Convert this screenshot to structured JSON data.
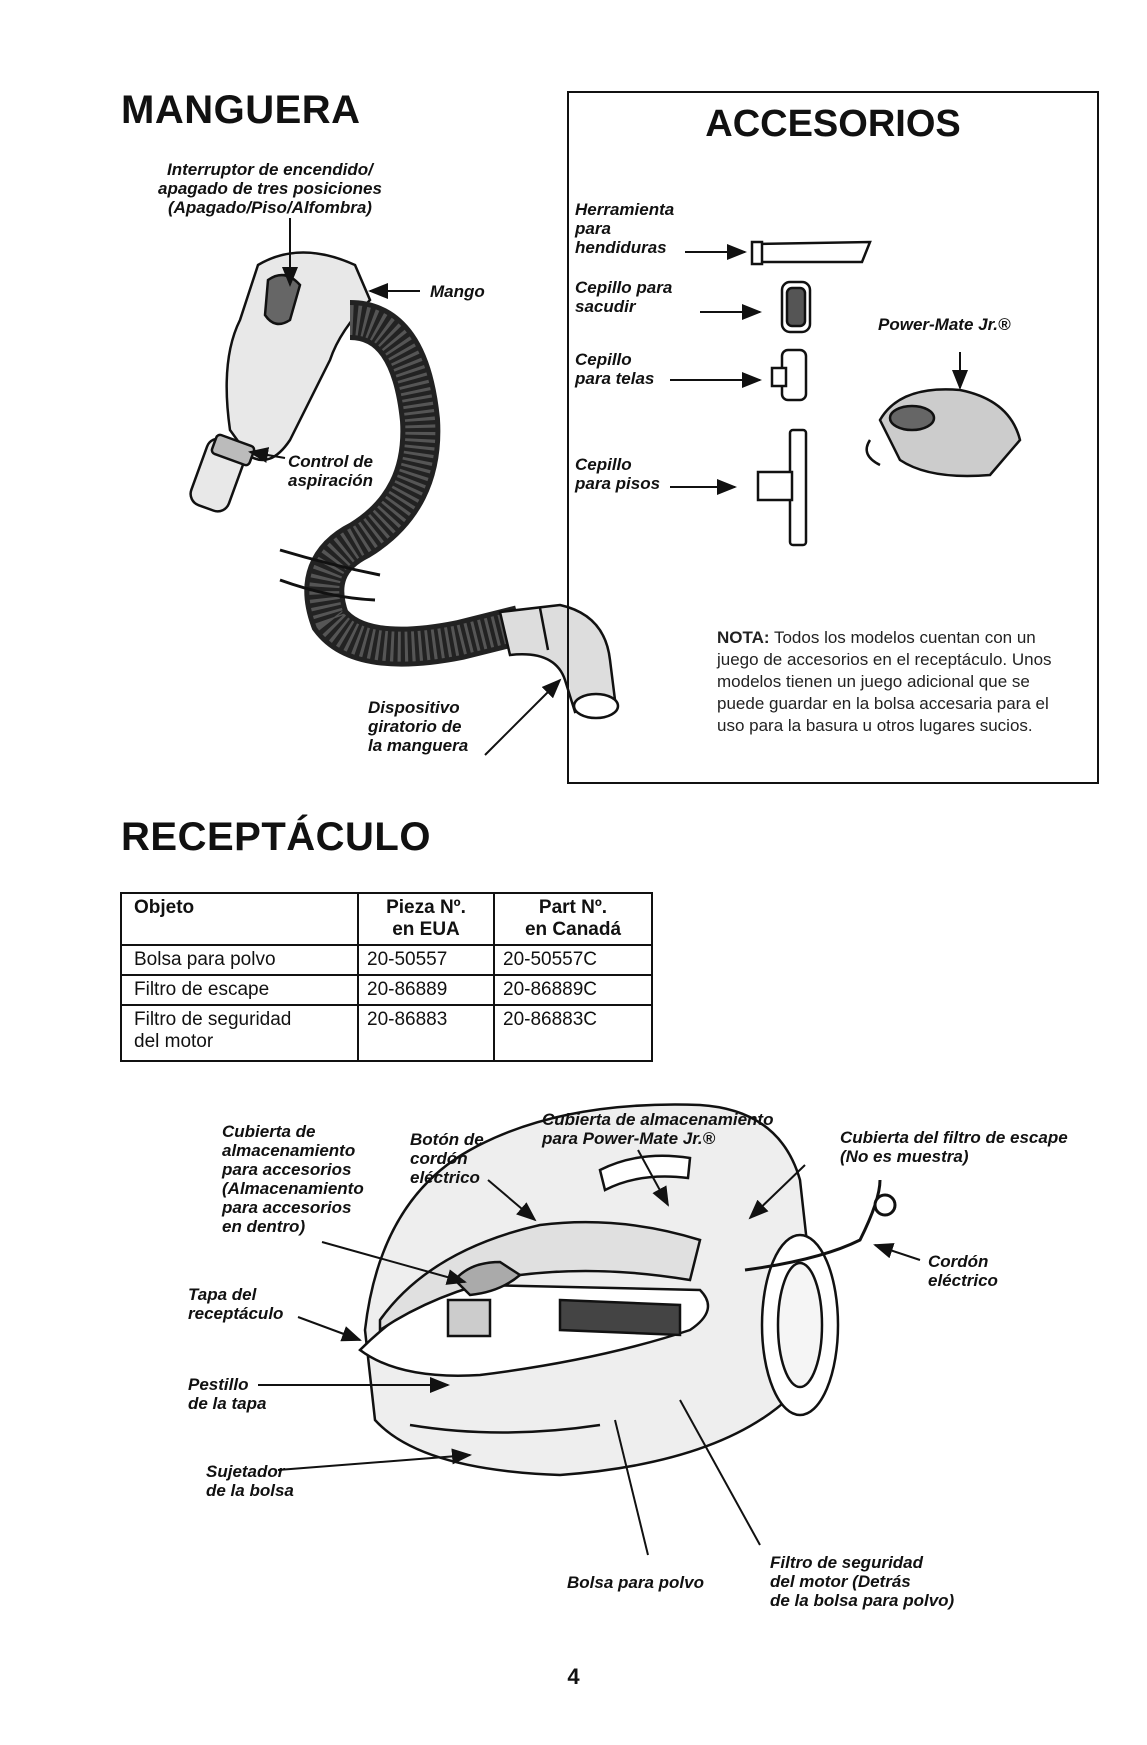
{
  "manguera": {
    "title": "MANGUERA",
    "switch_label": "Interruptor de encendido/\napagado de tres posiciones\n(Apagado/Piso/Alfombra)",
    "handle_label": "Mango",
    "suction_label": "Control de\naspiración",
    "swivel_label": "Dispositivo\ngiratorio de\nla manguera"
  },
  "accesorios": {
    "title": "ACCESORIOS",
    "crevice_label": "Herramienta\npara\nhendiduras",
    "dusting_label": "Cepillo para\nsacudir",
    "upholstery_label": "Cepillo\npara telas",
    "floor_label": "Cepillo\npara pisos",
    "powermate_label": "Power-Mate Jr.®",
    "nota_bold": "NOTA:",
    "nota_text": " Todos los modelos cuentan con un juego de accesorios en el receptáculo. Unos modelos tienen un juego adicional que se puede guardar en la bolsa accesaria para el uso para la basura u otros lugares sucios."
  },
  "receptaculo": {
    "title": "RECEPTÁCULO",
    "table": {
      "headers": [
        "Objeto",
        "Pieza Nº.\nen EUA",
        "Part Nº.\nen Canadá"
      ],
      "rows": [
        [
          "Bolsa para polvo",
          "20-50557",
          "20-50557C"
        ],
        [
          "Filtro de escape",
          "20-86889",
          "20-86889C"
        ],
        [
          "Filtro de seguridad\ndel motor",
          "20-86883",
          "20-86883C"
        ]
      ]
    },
    "labels": {
      "storage_cover": "Cubierta de\nalmacenamiento\npara accesorios\n(Almacenamiento\npara accesorios\nen dentro)",
      "cord_button": "Botón de\ncordón\neléctrico",
      "pm_storage": "Cubierta de almacenamiento\npara Power-Mate Jr.®",
      "exhaust_cover": "Cubierta del filtro de escape\n(No es muestra)",
      "cord": "Cordón\neléctrico",
      "lid": "Tapa del\nreceptáculo",
      "latch": "Pestillo\nde la tapa",
      "bag_holder": "Sujetador\nde la bolsa",
      "dust_bag": "Bolsa para polvo",
      "motor_filter": "Filtro de seguridad\ndel motor (Detrás\nde la bolsa para polvo)"
    }
  },
  "page_number": "4"
}
